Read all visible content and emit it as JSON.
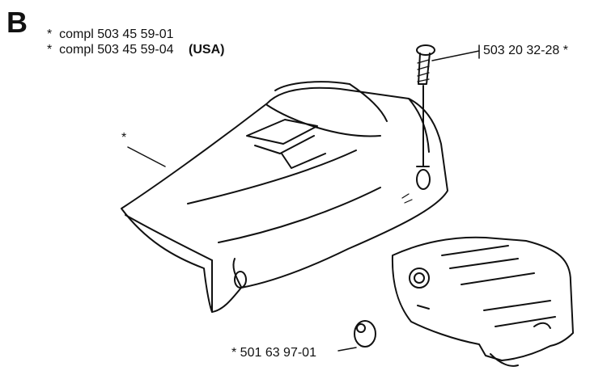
{
  "diagram": {
    "section_letter": "B",
    "header": [
      {
        "marker": "*",
        "text": "compl 503 45 59-01",
        "note": ""
      },
      {
        "marker": "*",
        "text": "compl 503 45 59-04",
        "note": "(USA)"
      }
    ],
    "callouts": {
      "cover_marker": "*",
      "screw_part": "503 20 32-28 *",
      "cap_part": "* 501 63 97-01"
    }
  }
}
